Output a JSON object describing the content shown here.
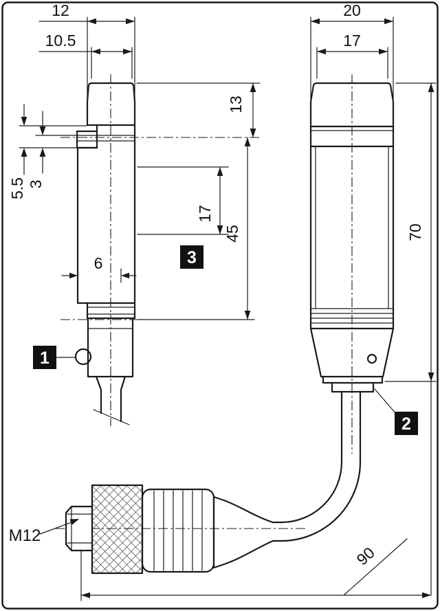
{
  "drawing": {
    "title": "sensor-dimension-drawing",
    "dims": {
      "side_width": "12",
      "side_width_inner": "10.5",
      "side_head_height": "13",
      "side_offset_a": "5.5",
      "side_offset_b": "3",
      "side_thread_length": "17",
      "side_body_length": "45",
      "side_nut_width": "6",
      "front_width": "20",
      "front_width_inner": "17",
      "front_height": "70",
      "total_length": "90"
    },
    "callouts": {
      "one": "1",
      "two": "2",
      "three": "3"
    },
    "labels": {
      "connector": "M12"
    },
    "colors": {
      "line": "#1a1a1a",
      "callout_background": "#111111",
      "callout_foreground": "#ffffff",
      "background": "#ffffff"
    }
  }
}
